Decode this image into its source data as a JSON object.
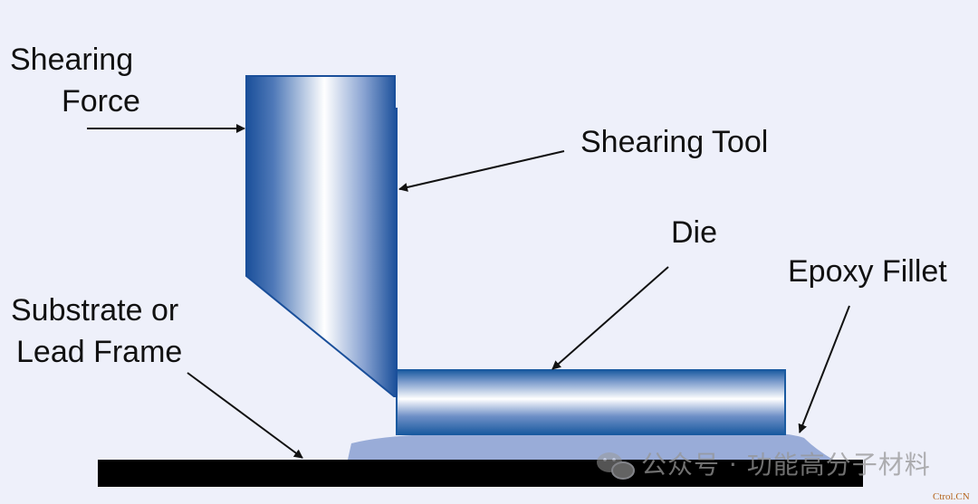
{
  "labels": {
    "shearing_force_line1": "Shearing",
    "shearing_force_line2": "Force",
    "shearing_tool": "Shearing Tool",
    "die": "Die",
    "epoxy_fillet": "Epoxy Fillet",
    "substrate_line1": "Substrate or",
    "substrate_line2": "Lead Frame"
  },
  "watermark": {
    "text": "公众号 · 功能高分子材料",
    "icon": "wechat-icon",
    "corner": "Ctrol.CN"
  },
  "colors": {
    "background": "#eef0fa",
    "tool_blue": "#1a4f9a",
    "die_blue": "#1a5aa0",
    "epoxy": "#99acd8",
    "substrate": "#000000",
    "arrow": "#111111"
  }
}
